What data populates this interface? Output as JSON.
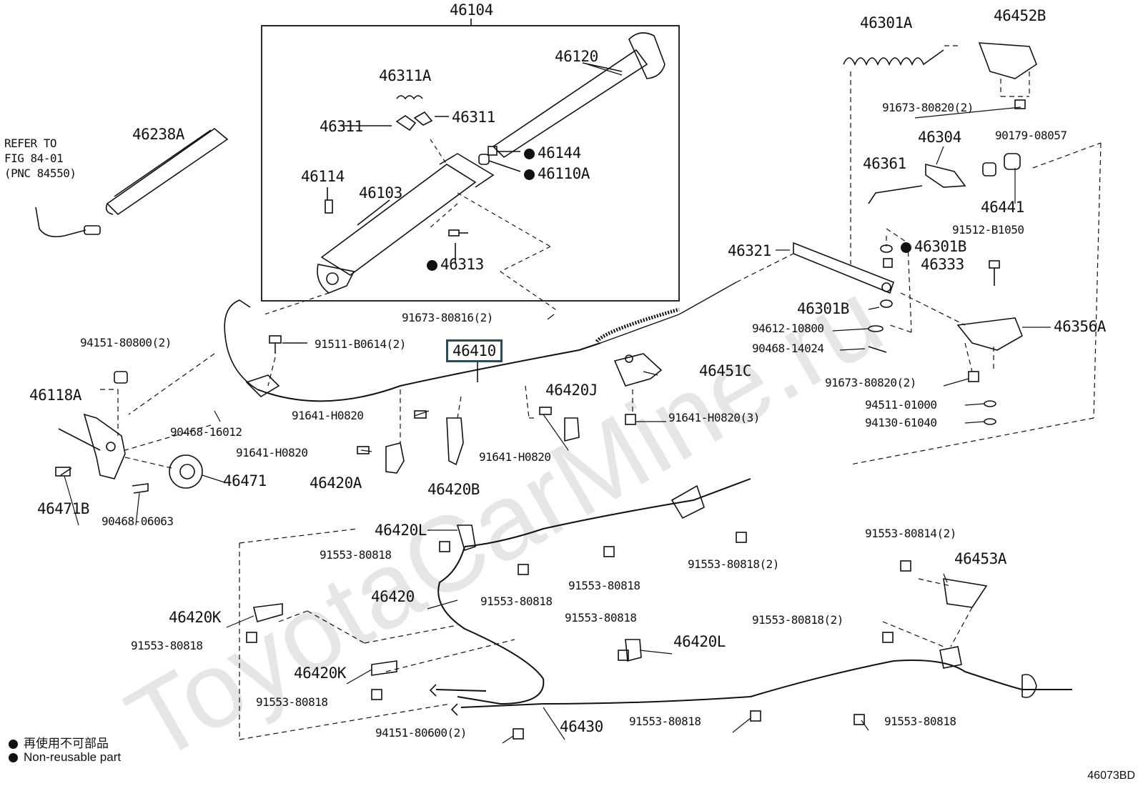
{
  "watermark": "ToyotaCarMine.ru",
  "refer_note": "REFER TO\nFIG 84-01\n(PNC 84550)",
  "highlight_part": "46410",
  "labels": {
    "p46104": "46104",
    "p46120": "46120",
    "p46311A": "46311A",
    "p46311a": "46311",
    "p46311b": "46311",
    "p46144": "46144",
    "p46110A": "46110A",
    "p46114": "46114",
    "p46103": "46103",
    "p46313": "46313",
    "p46238A": "46238A",
    "p91673_80816": "91673-80816(2)",
    "p94151_80800": "94151-80800(2)",
    "p91511_B0614": "91511-B0614(2)",
    "p46118A": "46118A",
    "p90468_16012": "90468-16012",
    "p91641_H0820_a": "91641-H0820",
    "p91641_H0820_b": "91641-H0820",
    "p91641_H0820_c": "91641-H0820",
    "p91641_H0820_3": "91641-H0820(3)",
    "p46420J": "46420J",
    "p46451C": "46451C",
    "p46471": "46471",
    "p46471B": "46471B",
    "p46420A": "46420A",
    "p46420B": "46420B",
    "p90468_06063": "90468-06063",
    "p46301A": "46301A",
    "p46452B": "46452B",
    "p91673_80820_a": "91673-80820(2)",
    "p46304": "46304",
    "p90179_08057": "90179-08057",
    "p46361": "46361",
    "p46441": "46441",
    "p91512_B1050": "91512-B1050",
    "p46321": "46321",
    "p46301B_a": "46301B",
    "p46333": "46333",
    "p46301B_b": "46301B",
    "p94612_10800": "94612-10800",
    "p90468_14024": "90468-14024",
    "p46356A": "46356A",
    "p91673_80820_b": "91673-80820(2)",
    "p94511_01000": "94511-01000",
    "p94130_61040": "94130-61040",
    "p46420L_a": "46420L",
    "p91553_80818_a": "91553-80818",
    "p91553_80818_2a": "91553-80818(2)",
    "p46420": "46420",
    "p91553_80818_b": "91553-80818",
    "p91553_80818_c": "91553-80818",
    "p46420K_a": "46420K",
    "p91553_80818_d": "91553-80818",
    "p91553_80818_e": "91553-80818",
    "p46420L_b": "46420L",
    "p46420K_b": "46420K",
    "p91553_80818_f": "91553-80818",
    "p94151_80600": "94151-80600(2)",
    "p46430": "46430",
    "p91553_80818_g": "91553-80818",
    "p91553_80814": "91553-80814(2)",
    "p46453A": "46453A",
    "p91553_80818_2b": "91553-80818(2)",
    "p91553_80818_h": "91553-80818"
  },
  "legend": {
    "jp": "再使用不可部品",
    "en": "Non-reusable part"
  },
  "figure_number": "46073BD"
}
